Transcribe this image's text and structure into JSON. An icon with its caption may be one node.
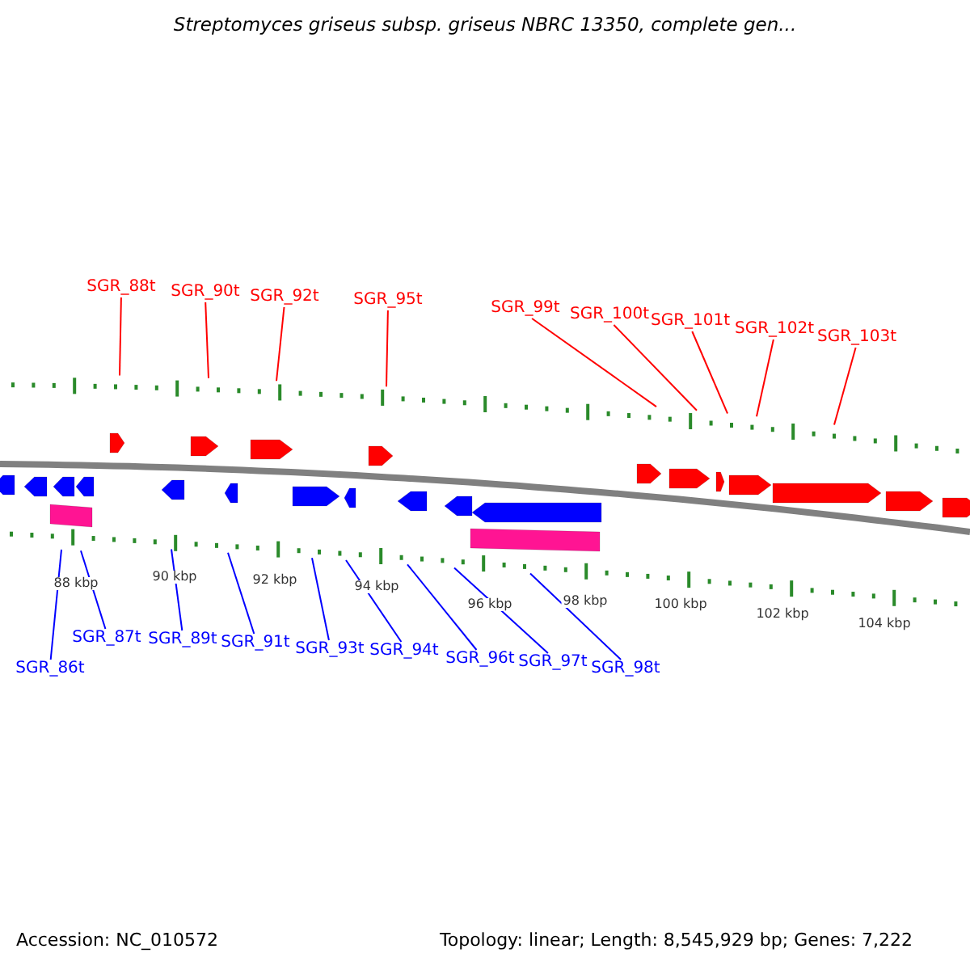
{
  "diagram": {
    "title": "Streptomyces griseus subsp. griseus NBRC 13350, complete gen...",
    "nodes": [
      {
        "text": [
          "SGR_88t"
        ]
      },
      {
        "text": [
          "SGR_90t"
        ]
      },
      {
        "text": [
          "SGR_92t"
        ]
      },
      {
        "text": [
          "SGR_95t"
        ]
      },
      {
        "text": [
          "SGR_99t"
        ]
      },
      {
        "text": [
          "SGR_100t"
        ]
      },
      {
        "text": [
          "SGR_101t"
        ]
      },
      {
        "text": [
          "SGR_102t"
        ]
      },
      {
        "text": [
          "SGR_103t"
        ]
      },
      {
        "text": [
          "SGR_86t"
        ]
      },
      {
        "text": [
          "SGR_87t"
        ]
      },
      {
        "text": [
          "SGR_89t"
        ]
      },
      {
        "text": [
          "SGR_91t"
        ]
      },
      {
        "text": [
          "SGR_93t"
        ]
      },
      {
        "text": [
          "SGR_94t"
        ]
      },
      {
        "text": [
          "SGR_96t"
        ]
      },
      {
        "text": [
          "SGR_97t"
        ]
      },
      {
        "text": [
          "SGR_98t"
        ]
      }
    ],
    "edges": [
      {
        "from": 0,
        "to": null,
        "arrow": "none",
        "color": "#ff0000"
      },
      {
        "from": 1,
        "to": null,
        "arrow": "none",
        "color": "#ff0000"
      },
      {
        "from": 2,
        "to": null,
        "arrow": "none",
        "color": "#ff0000"
      },
      {
        "from": 3,
        "to": null,
        "arrow": "none",
        "color": "#ff0000"
      },
      {
        "from": 4,
        "to": null,
        "arrow": "none",
        "color": "#ff0000"
      },
      {
        "from": 5,
        "to": null,
        "arrow": "none",
        "color": "#ff0000"
      },
      {
        "from": 6,
        "to": null,
        "arrow": "none",
        "color": "#ff0000"
      },
      {
        "from": 7,
        "to": null,
        "arrow": "none",
        "color": "#ff0000"
      },
      {
        "from": 8,
        "to": null,
        "arrow": "none",
        "color": "#ff0000"
      },
      {
        "from": 9,
        "to": null,
        "arrow": "none",
        "color": "#0000ff"
      },
      {
        "from": 10,
        "to": null,
        "arrow": "none",
        "color": "#0000ff"
      },
      {
        "from": 11,
        "to": null,
        "arrow": "none",
        "color": "#0000ff"
      },
      {
        "from": 12,
        "to": null,
        "arrow": "none",
        "color": "#0000ff"
      },
      {
        "from": 13,
        "to": null,
        "arrow": "none",
        "color": "#0000ff"
      },
      {
        "from": 14,
        "to": null,
        "arrow": "none",
        "color": "#0000ff"
      },
      {
        "from": 15,
        "to": null,
        "arrow": "none",
        "color": "#0000ff"
      },
      {
        "from": 16,
        "to": null,
        "arrow": "none",
        "color": "#0000ff"
      },
      {
        "from": 17,
        "to": null,
        "arrow": "none",
        "color": "#0000ff"
      }
    ],
    "labels": [
      "88 kbp",
      "90 kbp",
      "92 kbp",
      "94 kbp",
      "96 kbp",
      "98 kbp",
      "100 kbp",
      "102 kbp",
      "104 kbp",
      "Accession: NC_010572",
      "Topology: linear; Length: 8,545,929 bp; Genes: 7,222"
    ]
  }
}
